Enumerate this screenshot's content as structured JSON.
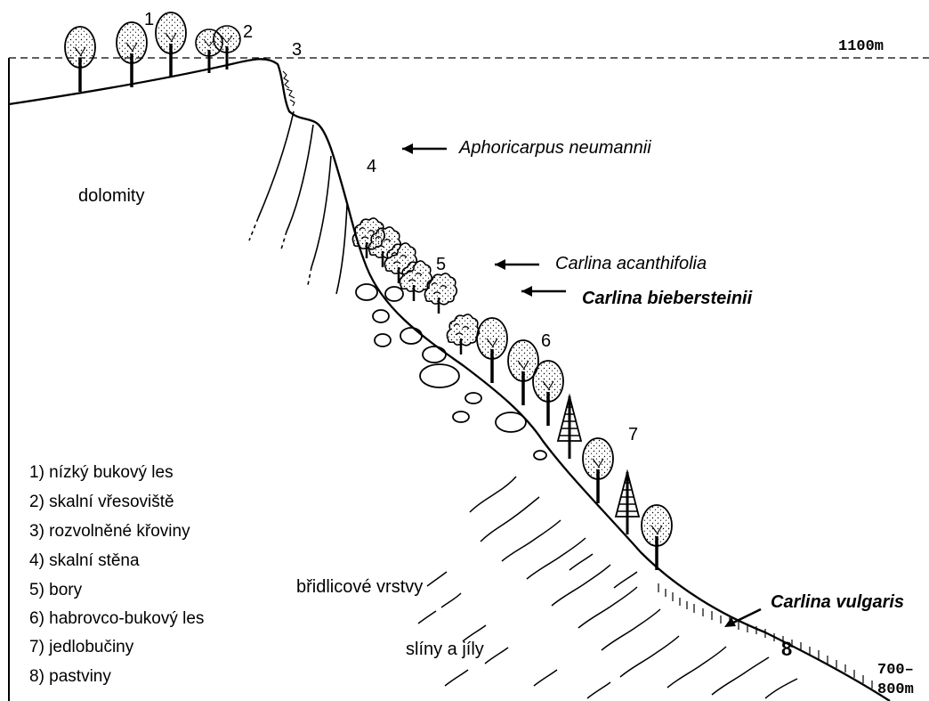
{
  "zone_numbers": [
    "1",
    "2",
    "3",
    "4",
    "5",
    "6",
    "7",
    "8"
  ],
  "elevations": {
    "top": "1100m",
    "bottom_line1": "700–",
    "bottom_line2": "800m"
  },
  "rock_labels": {
    "dolomites": "dolomity",
    "shale": "břidlicové vrstvy",
    "marl": "slíny a jíly"
  },
  "species": {
    "aphoricarpus": "Aphoricarpus neumannii",
    "carlina_acanthifolia": "Carlina acanthifolia",
    "carlina_biebersteinii": "Carlina biebersteinii",
    "carlina_vulgaris": "Carlina vulgaris"
  },
  "legend": [
    "1) nízký bukový les",
    "2) skalní vřesoviště",
    "3) rozvolněné křoviny",
    "4) skalní stěna",
    "5) bory",
    "6) habrovco-bukový les",
    "7) jedlobučiny",
    "8) pastviny"
  ]
}
